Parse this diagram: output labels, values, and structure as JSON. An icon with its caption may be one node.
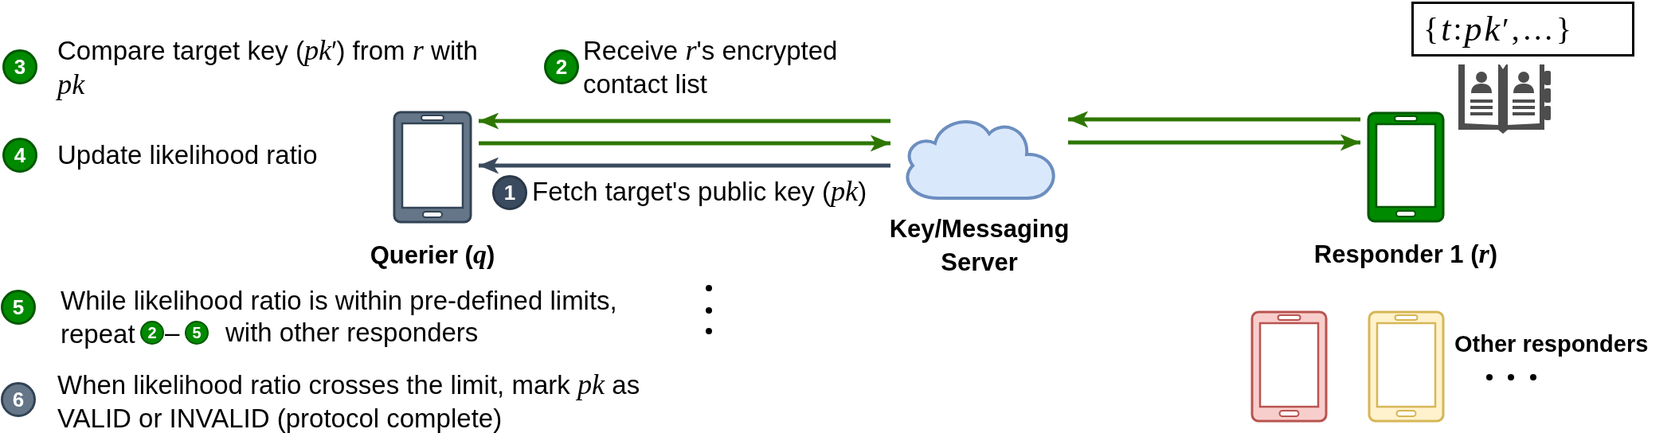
{
  "diagram": {
    "nodes": [
      {
        "text": [
          "3"
        ],
        "beside": [
          "Compare target key (*pk*′) from *r* with *pk*"
        ]
      },
      {
        "text": [
          "2"
        ],
        "beside": [
          "Receive *r*'s encrypted contact list"
        ]
      },
      {
        "text": [
          "{*t*:*pk*′,…}"
        ]
      },
      {
        "text": [
          "4"
        ],
        "beside": [
          "Update likelihood ratio"
        ]
      },
      {
        "text": [
          "Querier (*q*)"
        ]
      },
      {
        "text": [
          "1"
        ],
        "beside": [
          "Fetch target's public key (*pk*)"
        ]
      },
      {
        "text": [
          "Key/Messaging Server"
        ]
      },
      {
        "text": [
          "Responder 1 (*r*)"
        ]
      },
      {
        "text": [
          "5"
        ],
        "beside": [
          "While likelihood ratio is within pre-defined limits, repeat",
          "with other responders"
        ]
      },
      {
        "text": [
          "2"
        ]
      },
      {
        "text": [
          "5"
        ]
      },
      {
        "text": [],
        "shape": "phone"
      },
      {
        "text": [],
        "shape": "phone",
        "beside": [
          "Other responders"
        ]
      },
      {
        "text": [
          "6"
        ],
        "beside": [
          "When likelihood ratio crosses the limit, mark *pk* as VALID or INVALID (protocol complete)"
        ]
      }
    ],
    "edges": [
      {
        "from": 6,
        "to": 4,
        "arrow": "to"
      },
      {
        "from": 4,
        "to": 6,
        "arrow": "to"
      },
      {
        "from": 6,
        "to": 4,
        "arrow": "to",
        "color": "#3b4b5f"
      },
      {
        "from": 7,
        "to": 6,
        "arrow": "to"
      },
      {
        "from": 6,
        "to": 7,
        "arrow": "to"
      }
    ],
    "labels": [
      "–"
    ]
  }
}
